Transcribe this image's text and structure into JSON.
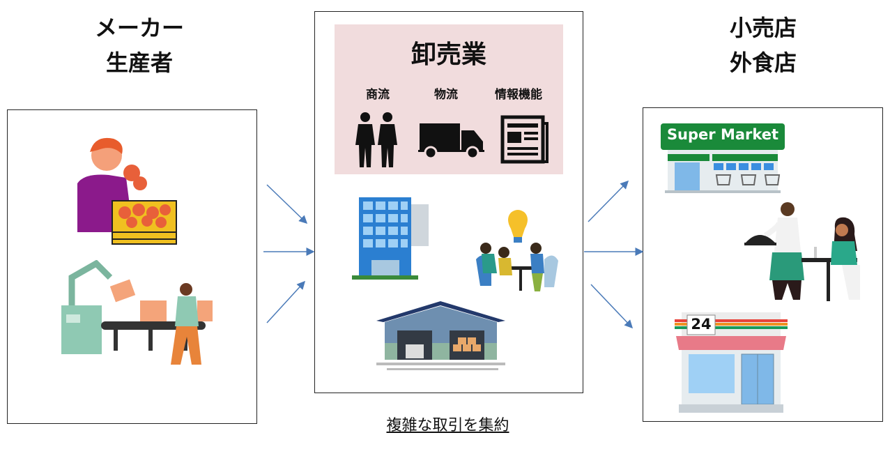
{
  "left": {
    "title_line1": "メーカー",
    "title_line2": "生産者"
  },
  "center": {
    "title": "卸売業",
    "functions": [
      {
        "label": "商流",
        "icon": "people-icon"
      },
      {
        "label": "物流",
        "icon": "truck-icon"
      },
      {
        "label": "情報機能",
        "icon": "newspaper-icon"
      }
    ],
    "caption": "複雑な取引を集約"
  },
  "right": {
    "title_line1": "小売店",
    "title_line2": "外食店",
    "supermarket_sign": "Super Market",
    "store_sign": "24"
  },
  "colors": {
    "panel": "#f1dcdd",
    "arrow": "#4a7ab8",
    "supermarket_green": "#1a8a3a"
  }
}
